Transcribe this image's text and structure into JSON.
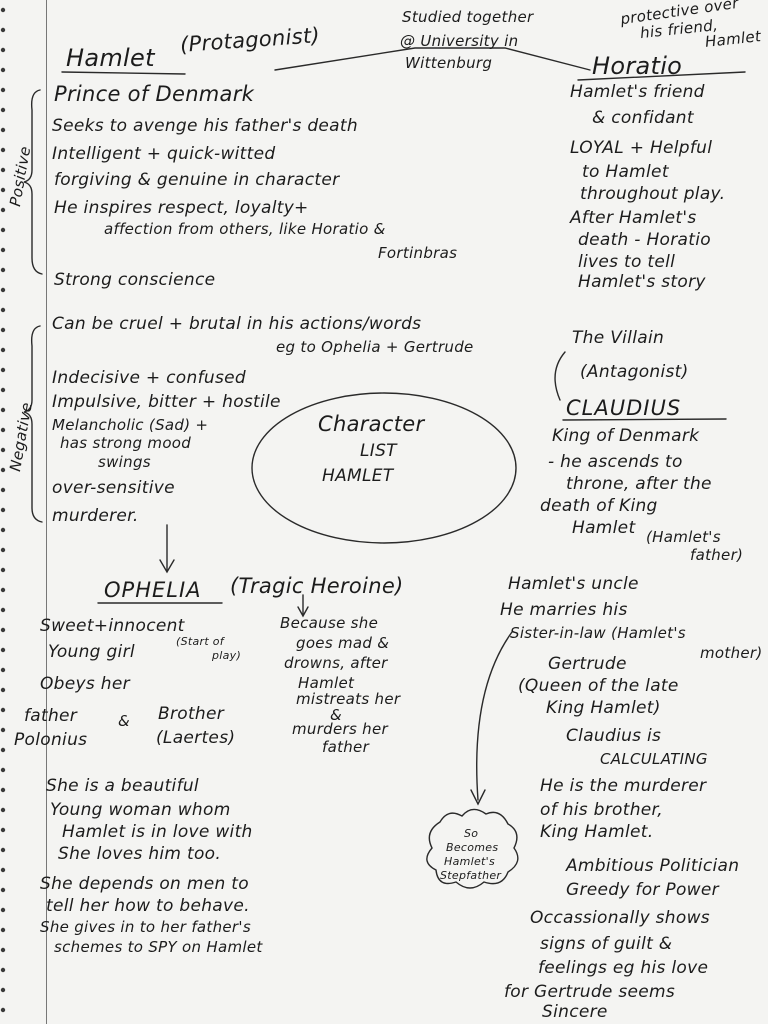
{
  "center": {
    "title": "Character",
    "list": "LIST",
    "play": "HAMLET"
  },
  "top_link": {
    "l1": "Studied together",
    "l2": "@ University in",
    "l3": "Wittenburg"
  },
  "hamlet": {
    "name": "Hamlet",
    "role": "(Protagonist)",
    "positive_label": "Positive",
    "negative_label": "Negative",
    "positive": [
      "Prince of Denmark",
      "Seeks to avenge his father's death",
      "Intelligent + quick-witted",
      "forgiving & genuine in character",
      "He inspires respect, loyalty+",
      "affection from others, like Horatio &",
      "Fortinbras",
      "Strong conscience"
    ],
    "negative": [
      "Can be cruel + brutal in his actions/words",
      "eg to Ophelia + Gertrude",
      "Indecisive + confused",
      "Impulsive, bitter + hostile",
      "Melancholic (Sad) +",
      "has strong mood",
      "swings",
      "over-sensitive",
      "murderer."
    ]
  },
  "horatio": {
    "note_l1": "protective over",
    "note_l2": "his friend,",
    "note_l3": "Hamlet",
    "name": "Horatio",
    "lines": [
      "Hamlet's friend",
      "& confidant",
      "LOYAL + Helpful",
      "to Hamlet",
      "throughout play.",
      "After Hamlet's",
      "death - Horatio",
      "lives to tell",
      "Hamlet's story"
    ]
  },
  "claudius": {
    "l1": "The Villain",
    "l2": "(Antagonist)",
    "name": "CLAUDIUS",
    "lines": [
      "King of Denmark",
      "- he ascends to",
      "throne, after the",
      "death of King",
      "Hamlet",
      "(Hamlet's",
      "father)",
      "Hamlet's uncle",
      "He marries his",
      "Sister-in-law (Hamlet's",
      "mother)",
      "Gertrude",
      "(Queen of the late",
      "King Hamlet)",
      "Claudius is",
      "CALCULATING",
      "He is the murderer",
      "of his brother,",
      "King Hamlet.",
      "Ambitious Politician",
      "Greedy for Power",
      "Occassionally shows",
      "signs of guilt &",
      "feelings eg his love",
      "for Gertrude seems",
      "Sincere"
    ],
    "cloud": [
      "So",
      "Becomes",
      "Hamlet's",
      "Stepfather"
    ]
  },
  "ophelia": {
    "name": "OPHELIA",
    "role": "(Tragic Heroine)",
    "because": [
      "Because she",
      "goes mad &",
      "drowns, after",
      "Hamlet",
      "mistreats her",
      "&",
      "murders her",
      "father"
    ],
    "lines": [
      "Sweet+innocent",
      "Young girl",
      "(Start of",
      "play)",
      "Obeys her",
      "father",
      "&",
      "Brother",
      "Polonius",
      "(Laertes)",
      "She is a beautiful",
      "Young woman whom",
      "Hamlet is in love with",
      "She loves him too.",
      "She depends on men to",
      "tell her how to behave.",
      "She gives in to her father's",
      "schemes to SPY on Hamlet"
    ]
  }
}
